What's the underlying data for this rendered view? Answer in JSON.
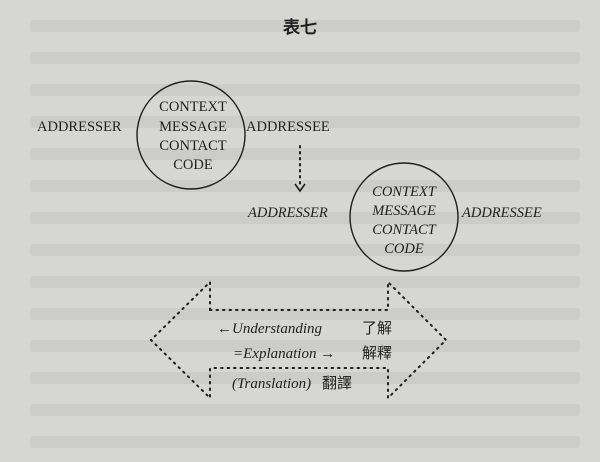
{
  "title": "表七",
  "diagram1": {
    "addresser": "ADDRESSER",
    "addressee": "ADDRESSEE",
    "circle": [
      "CONTEXT",
      "MESSAGE",
      "CONTACT",
      "CODE"
    ]
  },
  "diagram2": {
    "addresser": "ADDRESSER",
    "addressee": "ADDRESSEE",
    "circle": [
      "CONTEXT",
      "MESSAGE",
      "CONTACT",
      "CODE"
    ]
  },
  "legend": {
    "understanding": "←Understanding",
    "understanding_zh": "了解",
    "explanation": "=Explanation →",
    "explanation_zh": "解釋",
    "translation": "(Translation)",
    "translation_zh": "翻譯"
  },
  "colors": {
    "paper": "#d6d6d3",
    "ink": "#1e1e1e"
  }
}
